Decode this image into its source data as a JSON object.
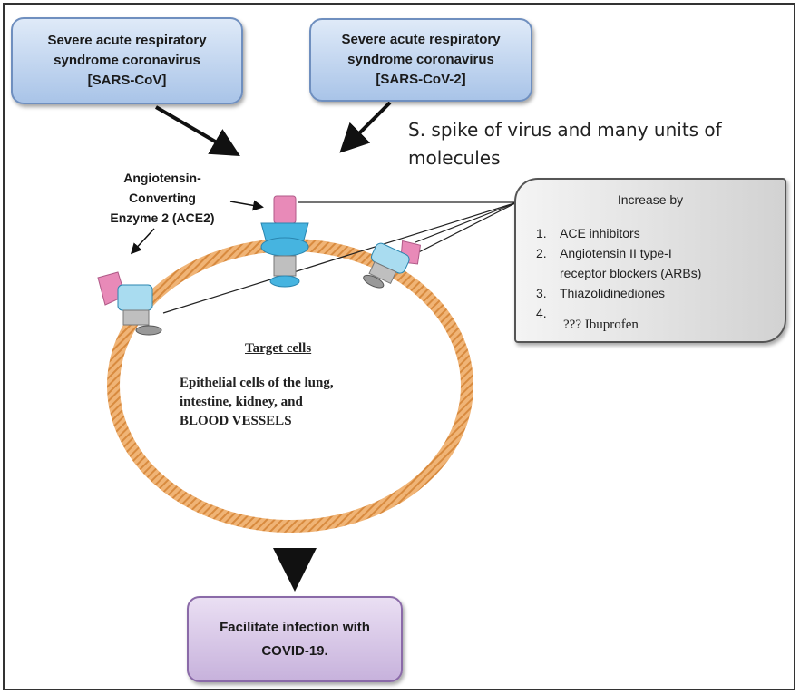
{
  "boxes": {
    "sars_cov": {
      "line1": "Severe acute respiratory",
      "line2": "syndrome coronavirus",
      "line3": "[SARS-CoV]"
    },
    "sars_cov2": {
      "line1": "Severe acute respiratory",
      "line2": "syndrome coronavirus",
      "line3": "[SARS-CoV-2]"
    },
    "facilitate": {
      "line1": "Facilitate infection with",
      "line2": "COVID-19."
    }
  },
  "spike_note": {
    "line1": "S. spike of virus and many units of",
    "line2": "molecules"
  },
  "ace2_label": {
    "line1": "Angiotensin-",
    "line2": "Converting",
    "line3": "Enzyme 2 (ACE2)"
  },
  "increase_box": {
    "title": "Increase by",
    "items": [
      {
        "num": "1.",
        "text": "ACE inhibitors"
      },
      {
        "num": "2.",
        "text": "Angiotensin II type-I"
      },
      {
        "num": "",
        "text": "receptor blockers (ARBs)"
      },
      {
        "num": "3.",
        "text": "Thiazolidinediones"
      },
      {
        "num": "4.",
        "text": ""
      }
    ],
    "ibuprofen": "??? Ibuprofen"
  },
  "target_cells": {
    "heading": "Target cells",
    "line1": "Epithelial cells of the lung,",
    "line2": "intestine, kidney, and",
    "line3": "BLOOD VESSELS"
  },
  "colors": {
    "membrane": "#e8a35a",
    "receptor_blue": "#46b4e0",
    "receptor_pink": "#e88ab8"
  }
}
